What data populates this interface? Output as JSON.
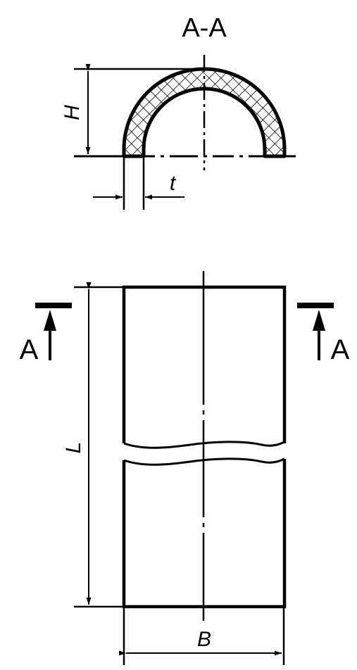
{
  "section": {
    "title": "A-A",
    "height_label": "H",
    "thickness_label": "t"
  },
  "elevation": {
    "length_label": "L",
    "width_label": "B",
    "section_mark_left": "A",
    "section_mark_right": "A"
  },
  "colors": {
    "ink": "#000000",
    "paper": "#ffffff"
  }
}
